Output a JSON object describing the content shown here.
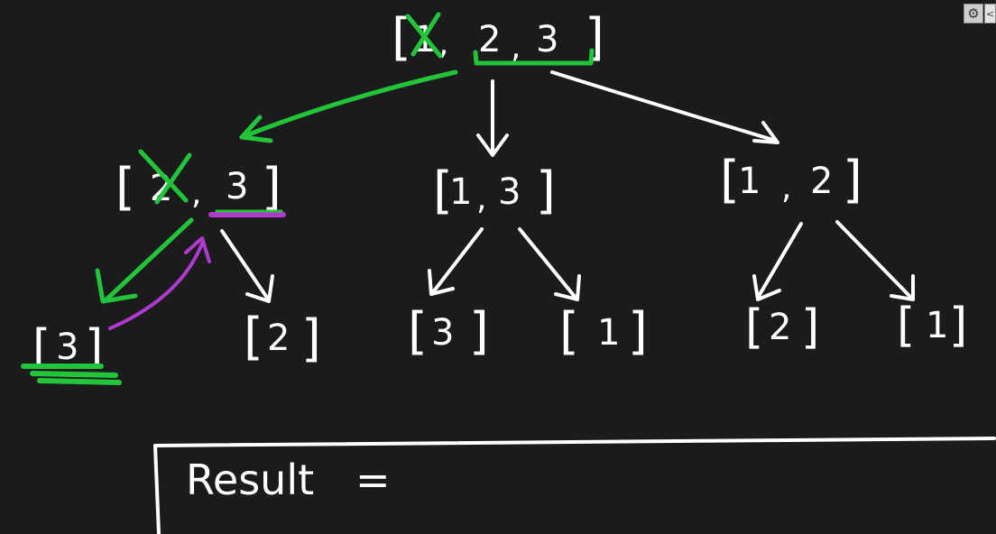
{
  "toolbar": {
    "settings_icon": "gear-icon",
    "settings_glyph": "⚙",
    "collapse_icon": "chevron-left-icon",
    "collapse_glyph": "<"
  },
  "colors": {
    "background": "#1b1b1b",
    "chalk": "#ffffff",
    "highlight_green": "#22c43a",
    "highlight_purple": "#b03ad0"
  },
  "tree": {
    "root": {
      "open": "[",
      "items": [
        "1",
        "2",
        "3"
      ],
      "sep": ",",
      "close": "]",
      "crossed": [
        "1"
      ]
    },
    "level1": [
      {
        "open": "[",
        "items": [
          "2",
          "3"
        ],
        "sep": ",",
        "close": "]",
        "crossed": [
          "2"
        ]
      },
      {
        "open": "[",
        "items": [
          "1",
          "3"
        ],
        "sep": ",",
        "close": "]"
      },
      {
        "open": "[",
        "items": [
          "1",
          "2"
        ],
        "sep": ",",
        "close": "]"
      }
    ],
    "level2": [
      {
        "open": "[",
        "items": [
          "3"
        ],
        "close": "]"
      },
      {
        "open": "[",
        "items": [
          "2"
        ],
        "close": "]"
      },
      {
        "open": "[",
        "items": [
          "3"
        ],
        "close": "]"
      },
      {
        "open": "[",
        "items": [
          "1"
        ],
        "close": "]"
      },
      {
        "open": "[",
        "items": [
          "2"
        ],
        "close": "]"
      },
      {
        "open": "[",
        "items": [
          "1"
        ],
        "close": "]"
      }
    ]
  },
  "result": {
    "label": "Result",
    "equals": "="
  }
}
